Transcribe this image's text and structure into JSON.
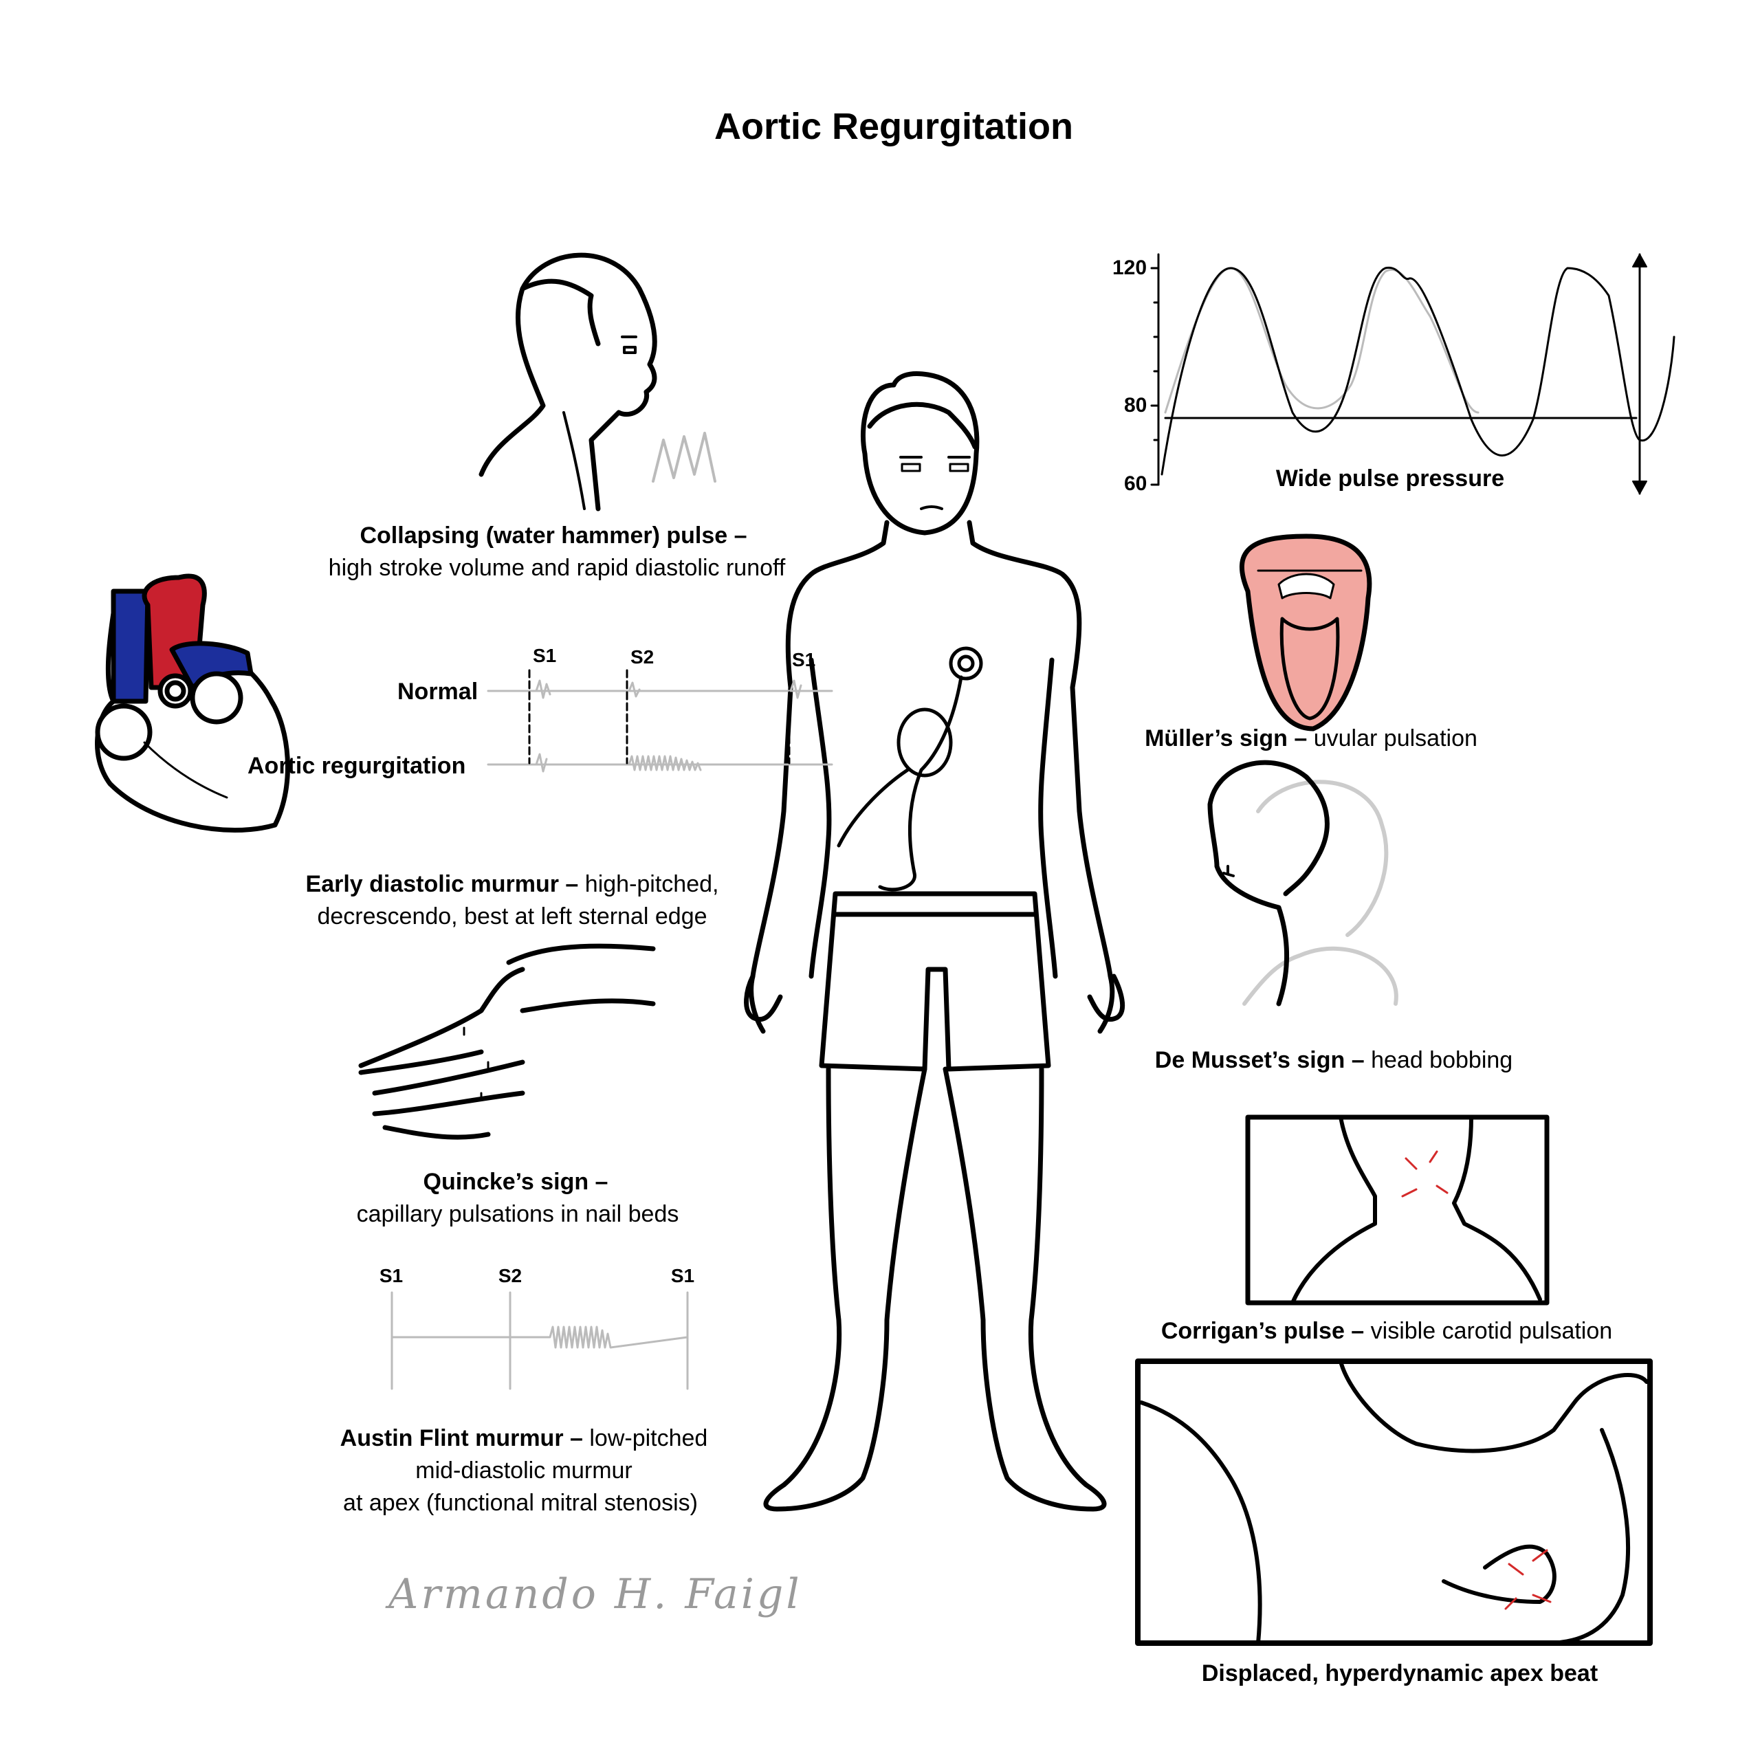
{
  "title": "Aortic  Regurgitation",
  "collapsing_pulse": {
    "name": "Collapsing (water hammer) pulse –",
    "desc": "high stroke volume and rapid diastolic runoff"
  },
  "heart_sounds": {
    "normal_label": "Normal",
    "ar_label": "Aortic regurgitation",
    "s1": "S1",
    "s2": "S2",
    "s1_end": "S1"
  },
  "early_diastolic": {
    "name": "Early diastolic murmur –",
    "desc1": " high-pitched,",
    "desc2": "decrescendo, best at left sternal edge"
  },
  "quincke": {
    "name": "Quincke’s sign –",
    "desc": "capillary pulsations in nail beds"
  },
  "austin_flint": {
    "s1": "S1",
    "s2": "S2",
    "s1_end": "S1",
    "name": "Austin Flint murmur –",
    "desc1": " low-pitched",
    "desc2": "mid-diastolic murmur",
    "desc3": "at apex (functional mitral stenosis)"
  },
  "signature": "Armando H. Faigl",
  "pulse_pressure": {
    "ticks": [
      "120",
      "80",
      "60"
    ],
    "label": "Wide pulse pressure"
  },
  "muller": {
    "name": "Müller’s sign –",
    "desc": " uvular pulsation"
  },
  "de_musset": {
    "name": "De Musset’s sign –",
    "desc": " head bobbing"
  },
  "corrigan": {
    "name": "Corrigan’s pulse –",
    "desc": " visible carotid pulsation"
  },
  "apex": {
    "name": "Displaced, hyperdynamic apex beat"
  },
  "colors": {
    "aorta_red": "#c8202e",
    "vein_blue": "#1c2f9c",
    "mouth_pink": "#f2a7a0",
    "accent_red": "#d42a2a",
    "trace_gray": "#bbbbbb"
  }
}
